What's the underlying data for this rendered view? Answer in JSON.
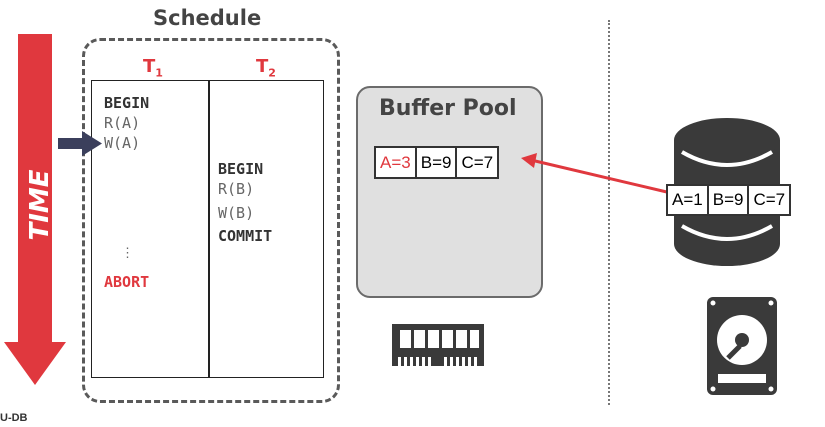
{
  "schedule": {
    "title": "Schedule",
    "t1": {
      "letter": "T",
      "sub": "1"
    },
    "t2": {
      "letter": "T",
      "sub": "2"
    },
    "t1_ops": [
      {
        "text": "BEGIN",
        "kind": "keyword"
      },
      {
        "text": "R(A)",
        "kind": "op"
      },
      {
        "text": "W(A)",
        "kind": "op"
      },
      {
        "text": "⋮",
        "kind": "op"
      },
      {
        "text": "ABORT",
        "kind": "abort"
      }
    ],
    "t2_ops": [
      {
        "text": "BEGIN",
        "kind": "keyword"
      },
      {
        "text": "R(B)",
        "kind": "op"
      },
      {
        "text": "W(B)",
        "kind": "op"
      },
      {
        "text": "COMMIT",
        "kind": "keyword"
      }
    ]
  },
  "time_label": "TIME",
  "buffer_pool": {
    "title": "Buffer Pool",
    "cells": [
      "A=3",
      "B=9",
      "C=7"
    ]
  },
  "disk": {
    "cells": [
      "A=1",
      "B=9",
      "C=7"
    ]
  },
  "footer": "U-DB",
  "colors": {
    "accent": "#e0383e",
    "arrow": "#3b3f5c",
    "pool_bg": "#e0e0e0"
  },
  "icons": [
    "time-arrow",
    "current-op-arrow",
    "ram-icon",
    "database-icon",
    "hard-disk-icon"
  ]
}
